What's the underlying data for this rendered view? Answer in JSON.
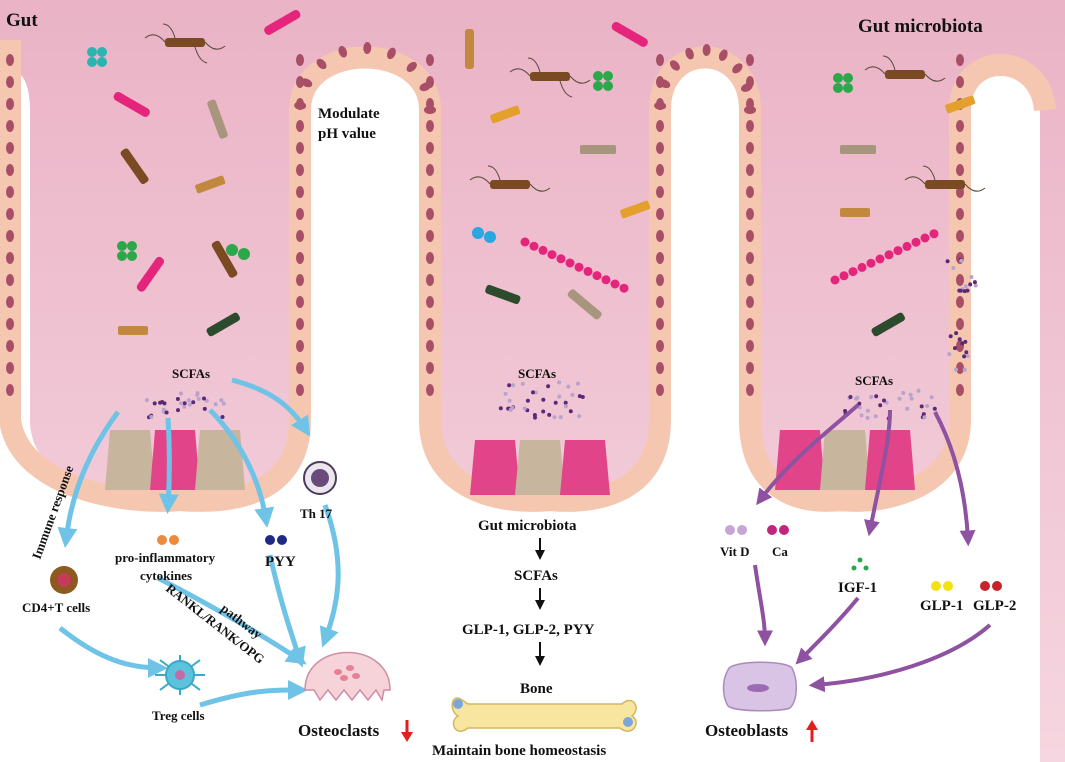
{
  "headings": {
    "gut": "Gut",
    "gut_microbiota": "Gut microbiota"
  },
  "labels": {
    "modulate_line1": "Modulate",
    "modulate_line2": "pH value",
    "scfas_left": "SCFAs",
    "scfas_mid": "SCFAs",
    "scfas_right": "SCFAs",
    "immune_response": "Immune response",
    "cd4": "CD4+T cells",
    "treg": "Treg cells",
    "proinf_line1": "pro-inflammatory",
    "proinf_line2": "cytokines",
    "pyy": "PYY",
    "th17": "Th 17",
    "rankl_line1": "RANKL/RANK/OPG",
    "rankl_line2": "pathway",
    "osteoclasts": "Osteoclasts",
    "vitd": "Vit D",
    "ca": "Ca",
    "igf1": "IGF-1",
    "glp1": "GLP-1",
    "glp2": "GLP-2",
    "osteoblasts": "Osteoblasts",
    "bone_footer": "Maintain bone homeostasis"
  },
  "flow": [
    "Gut microbiota",
    "SCFAs",
    "GLP-1, GLP-2, PYY",
    "Bone"
  ],
  "colors": {
    "gut_fill": "#f1c3d3",
    "epithelium": "#f7cbb5",
    "cell_nucleus": "#a84e66",
    "immune_arrow": "#6ec3e6",
    "bone_arrow": "#8e52a1",
    "black_arrow": "#111111",
    "down_arrow": "#e0201c",
    "up_arrow": "#e0201c"
  },
  "icons": [
    "bacteria-rod-icon",
    "coccus-cluster-icon",
    "streptococcus-chain-icon",
    "immune-cell-icon",
    "osteoclast-icon",
    "osteoblast-icon",
    "bone-icon"
  ]
}
